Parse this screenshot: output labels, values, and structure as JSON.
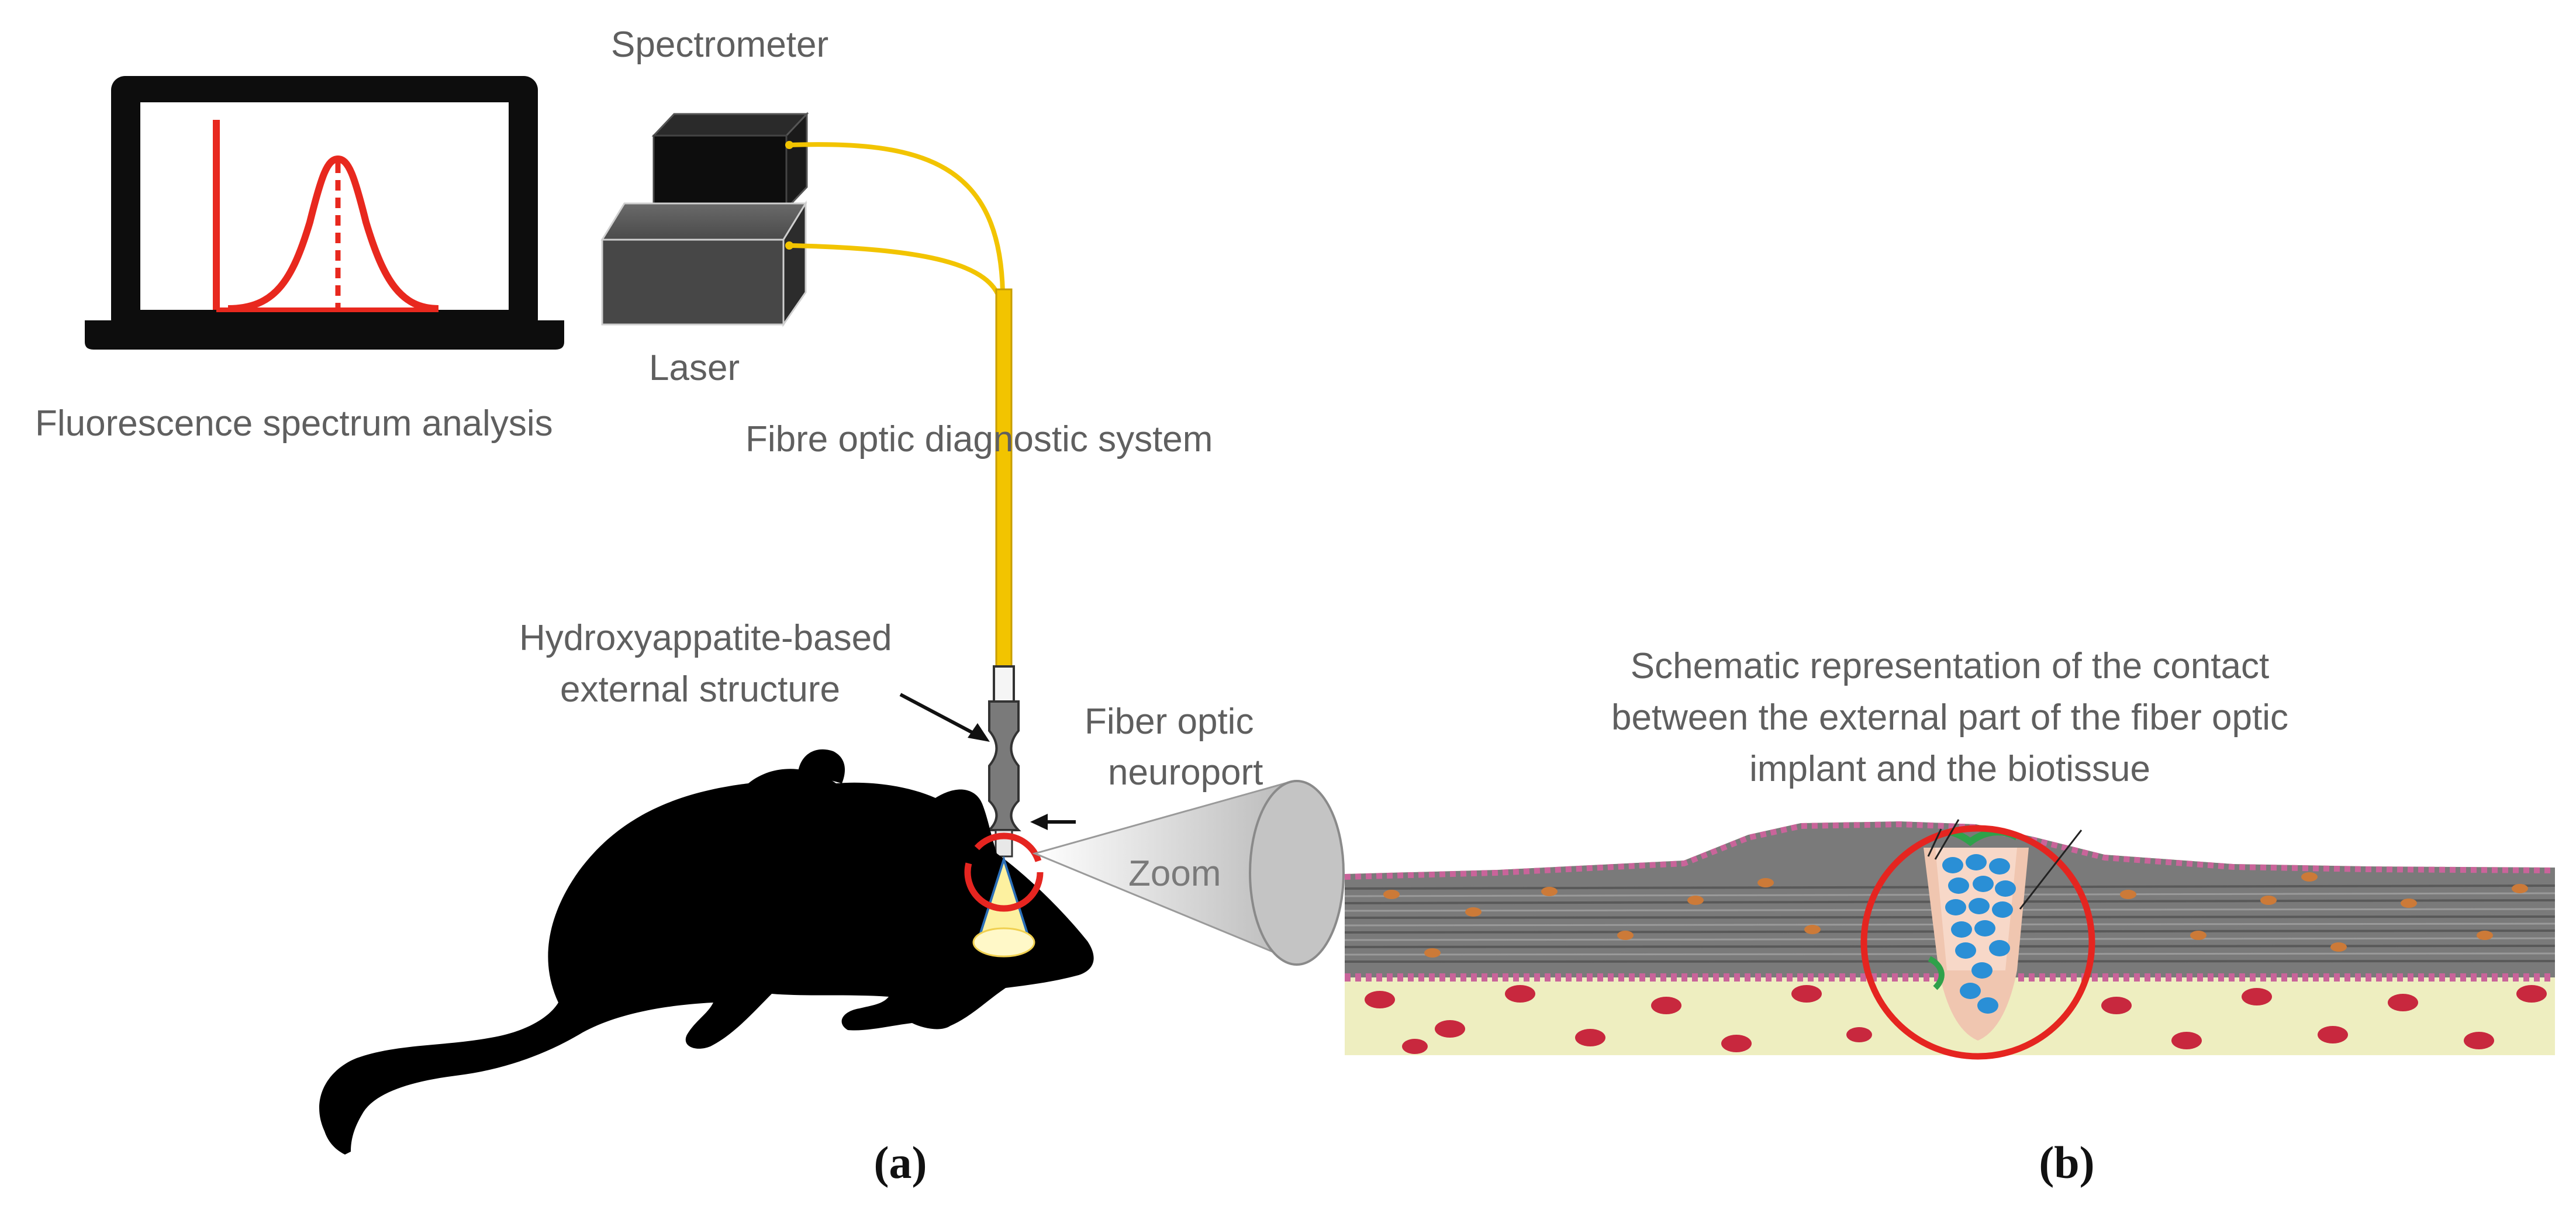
{
  "labels": {
    "spectrometer": "Spectrometer",
    "laser": "Laser",
    "fluorescence": "Fluorescence spectrum analysis",
    "fibre_system": "Fibre optic diagnostic system",
    "hydroxy_line1": "Hydroxyappatite-based",
    "hydroxy_line2": "external structure",
    "neuroport_line1": "Fiber optic",
    "neuroport_line2": "neuroport",
    "zoom": "Zoom",
    "schematic_line1": "Schematic representation of the contact",
    "schematic_line2": "between the external part of the fiber optic",
    "schematic_line3": "implant and the biotissue",
    "panel_a": "(a)",
    "panel_b": "(b)"
  },
  "colors": {
    "fiber": "#f2c400",
    "spectrum": "#e8281e",
    "device_dark": "#0d0d0d",
    "device_grey": "#4a4a4a",
    "tissue_fibers": "#6e6e6e",
    "tissue_base": "#eeeec0",
    "implant_dots": "#2a8fd6",
    "highlight_ring": "#e52520"
  },
  "icons": [
    "laptop-icon",
    "spectrometer-box-icon",
    "laser-box-icon",
    "mouse-silhouette-icon",
    "zoom-cone-icon"
  ]
}
